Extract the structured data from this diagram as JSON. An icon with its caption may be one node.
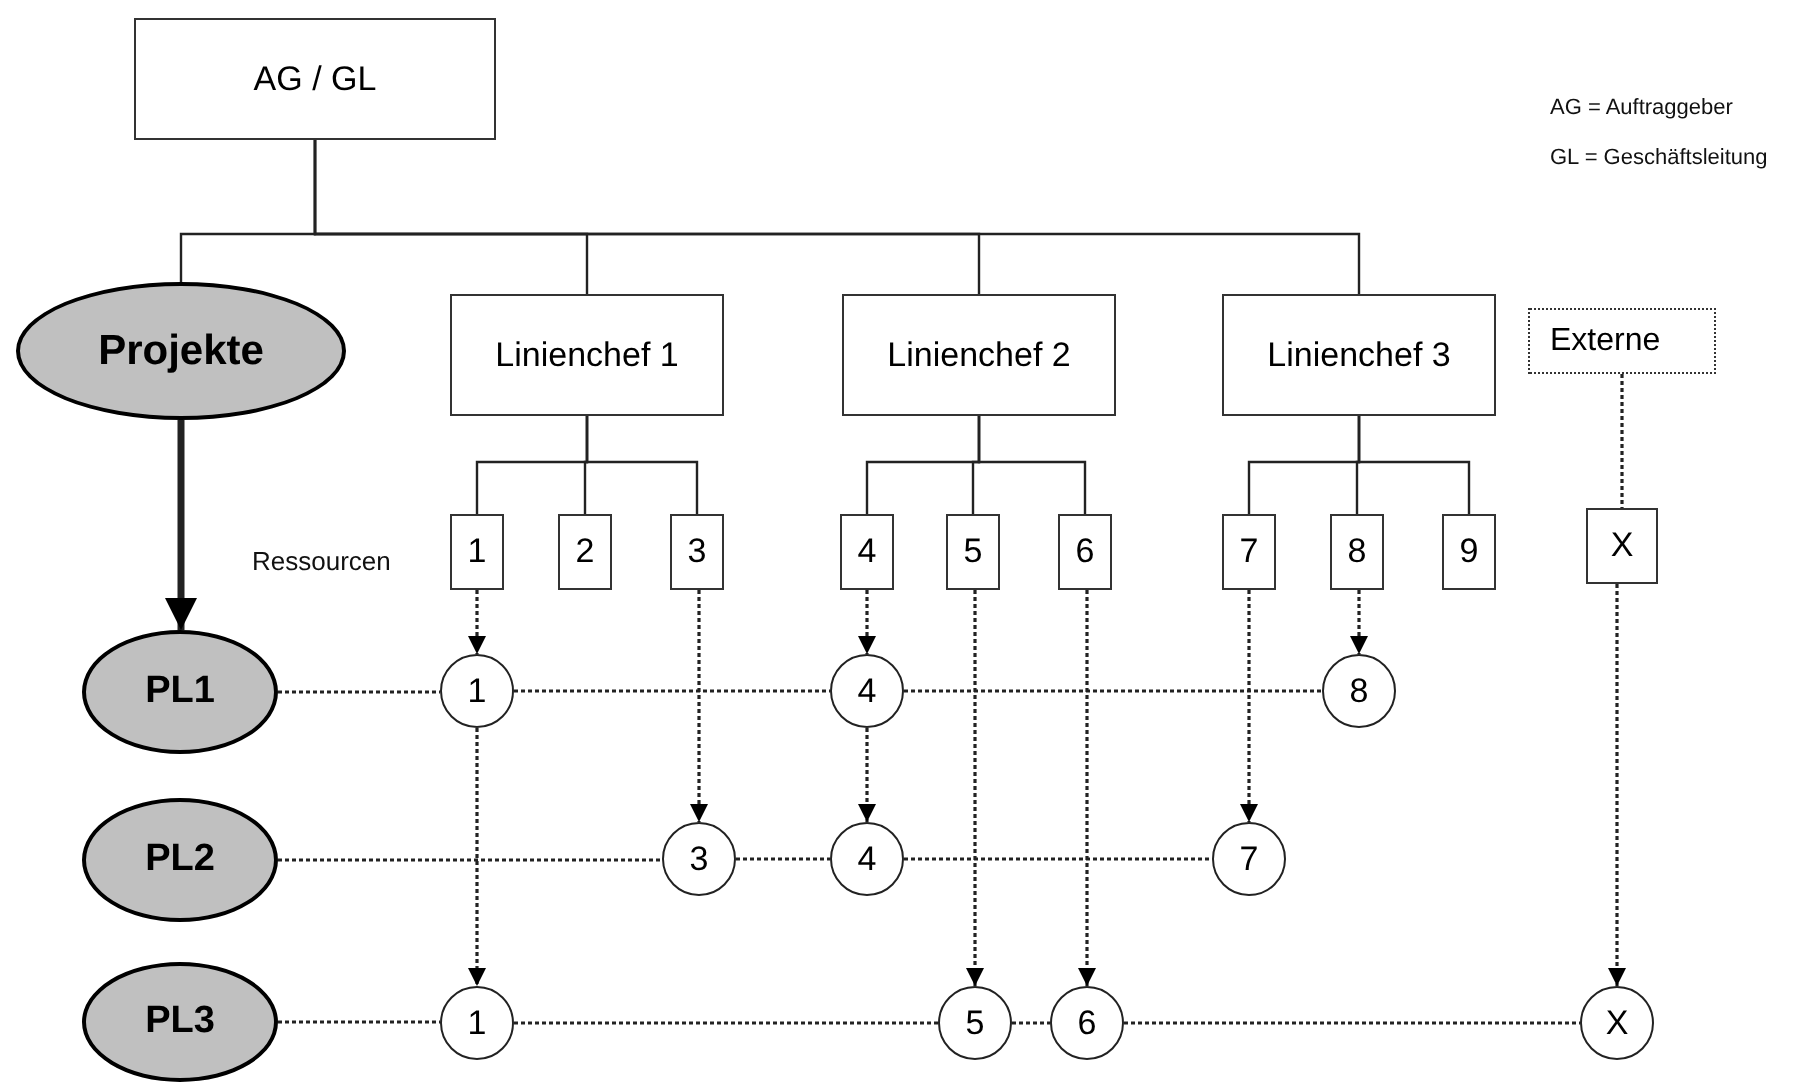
{
  "diagram": {
    "nodes": [
      {
        "text": [
          "AG / GL"
        ]
      },
      {
        "text": [
          "Projekte"
        ]
      },
      {
        "text": [
          "Linienchef 1"
        ]
      },
      {
        "text": [
          "Linienchef 2"
        ]
      },
      {
        "text": [
          "Linienchef 3"
        ]
      },
      {
        "text": [
          "Externe"
        ]
      },
      {
        "text": [
          "1"
        ]
      },
      {
        "text": [
          "2"
        ]
      },
      {
        "text": [
          "3"
        ]
      },
      {
        "text": [
          "4"
        ]
      },
      {
        "text": [
          "5"
        ]
      },
      {
        "text": [
          "6"
        ]
      },
      {
        "text": [
          "7"
        ]
      },
      {
        "text": [
          "8"
        ]
      },
      {
        "text": [
          "9"
        ]
      },
      {
        "text": [
          "X"
        ]
      },
      {
        "text": [
          "PL1"
        ]
      },
      {
        "text": [
          "PL2"
        ]
      },
      {
        "text": [
          "PL3"
        ]
      },
      {
        "text": [
          "1"
        ]
      },
      {
        "text": [
          "4"
        ]
      },
      {
        "text": [
          "8"
        ]
      },
      {
        "text": [
          "3"
        ]
      },
      {
        "text": [
          "4"
        ]
      },
      {
        "text": [
          "7"
        ]
      },
      {
        "text": [
          "1"
        ]
      },
      {
        "text": [
          "5"
        ]
      },
      {
        "text": [
          "6"
        ]
      },
      {
        "text": [
          "X"
        ]
      }
    ],
    "edges": [
      {
        "from": 0,
        "to": 1,
        "arrow": "none"
      },
      {
        "from": 0,
        "to": 2,
        "arrow": "none"
      },
      {
        "from": 0,
        "to": 3,
        "arrow": "none"
      },
      {
        "from": 0,
        "to": 4,
        "arrow": "none"
      },
      {
        "from": 2,
        "to": 6,
        "arrow": "none"
      },
      {
        "from": 2,
        "to": 7,
        "arrow": "none"
      },
      {
        "from": 2,
        "to": 8,
        "arrow": "none"
      },
      {
        "from": 3,
        "to": 9,
        "arrow": "none"
      },
      {
        "from": 3,
        "to": 10,
        "arrow": "none"
      },
      {
        "from": 3,
        "to": 11,
        "arrow": "none"
      },
      {
        "from": 4,
        "to": 12,
        "arrow": "none"
      },
      {
        "from": 4,
        "to": 13,
        "arrow": "none"
      },
      {
        "from": 4,
        "to": 14,
        "arrow": "none"
      },
      {
        "from": 5,
        "to": 15,
        "arrow": "none",
        "style": "dashed"
      },
      {
        "from": 1,
        "to": 16,
        "arrow": "to",
        "style": "thick"
      },
      {
        "from": 16,
        "to": 19,
        "arrow": "none",
        "style": "dashed"
      },
      {
        "from": 19,
        "to": 20,
        "arrow": "none",
        "style": "dashed"
      },
      {
        "from": 20,
        "to": 21,
        "arrow": "none",
        "style": "dashed"
      },
      {
        "from": 17,
        "to": 22,
        "arrow": "none",
        "style": "dashed"
      },
      {
        "from": 22,
        "to": 23,
        "arrow": "none",
        "style": "dashed"
      },
      {
        "from": 23,
        "to": 24,
        "arrow": "none",
        "style": "dashed"
      },
      {
        "from": 18,
        "to": 25,
        "arrow": "none",
        "style": "dashed"
      },
      {
        "from": 25,
        "to": 26,
        "arrow": "none",
        "style": "dashed"
      },
      {
        "from": 26,
        "to": 27,
        "arrow": "none",
        "style": "dashed"
      },
      {
        "from": 27,
        "to": 28,
        "arrow": "none",
        "style": "dashed"
      },
      {
        "from": 6,
        "to": 19,
        "arrow": "to",
        "style": "dashed"
      },
      {
        "from": 19,
        "to": 25,
        "arrow": "to",
        "style": "dashed"
      },
      {
        "from": 8,
        "to": 22,
        "arrow": "to",
        "style": "dashed"
      },
      {
        "from": 9,
        "to": 20,
        "arrow": "to",
        "style": "dashed"
      },
      {
        "from": 20,
        "to": 23,
        "arrow": "to",
        "style": "dashed"
      },
      {
        "from": 10,
        "to": 26,
        "arrow": "to",
        "style": "dashed"
      },
      {
        "from": 11,
        "to": 27,
        "arrow": "to",
        "style": "dashed"
      },
      {
        "from": 12,
        "to": 24,
        "arrow": "to",
        "style": "dashed"
      },
      {
        "from": 13,
        "to": 21,
        "arrow": "to",
        "style": "dashed"
      },
      {
        "from": 15,
        "to": 28,
        "arrow": "to",
        "style": "dashed"
      }
    ],
    "labels": [
      "Ressourcen",
      "AG = Auftraggeber",
      "GL = Geschäftsleitung"
    ]
  }
}
